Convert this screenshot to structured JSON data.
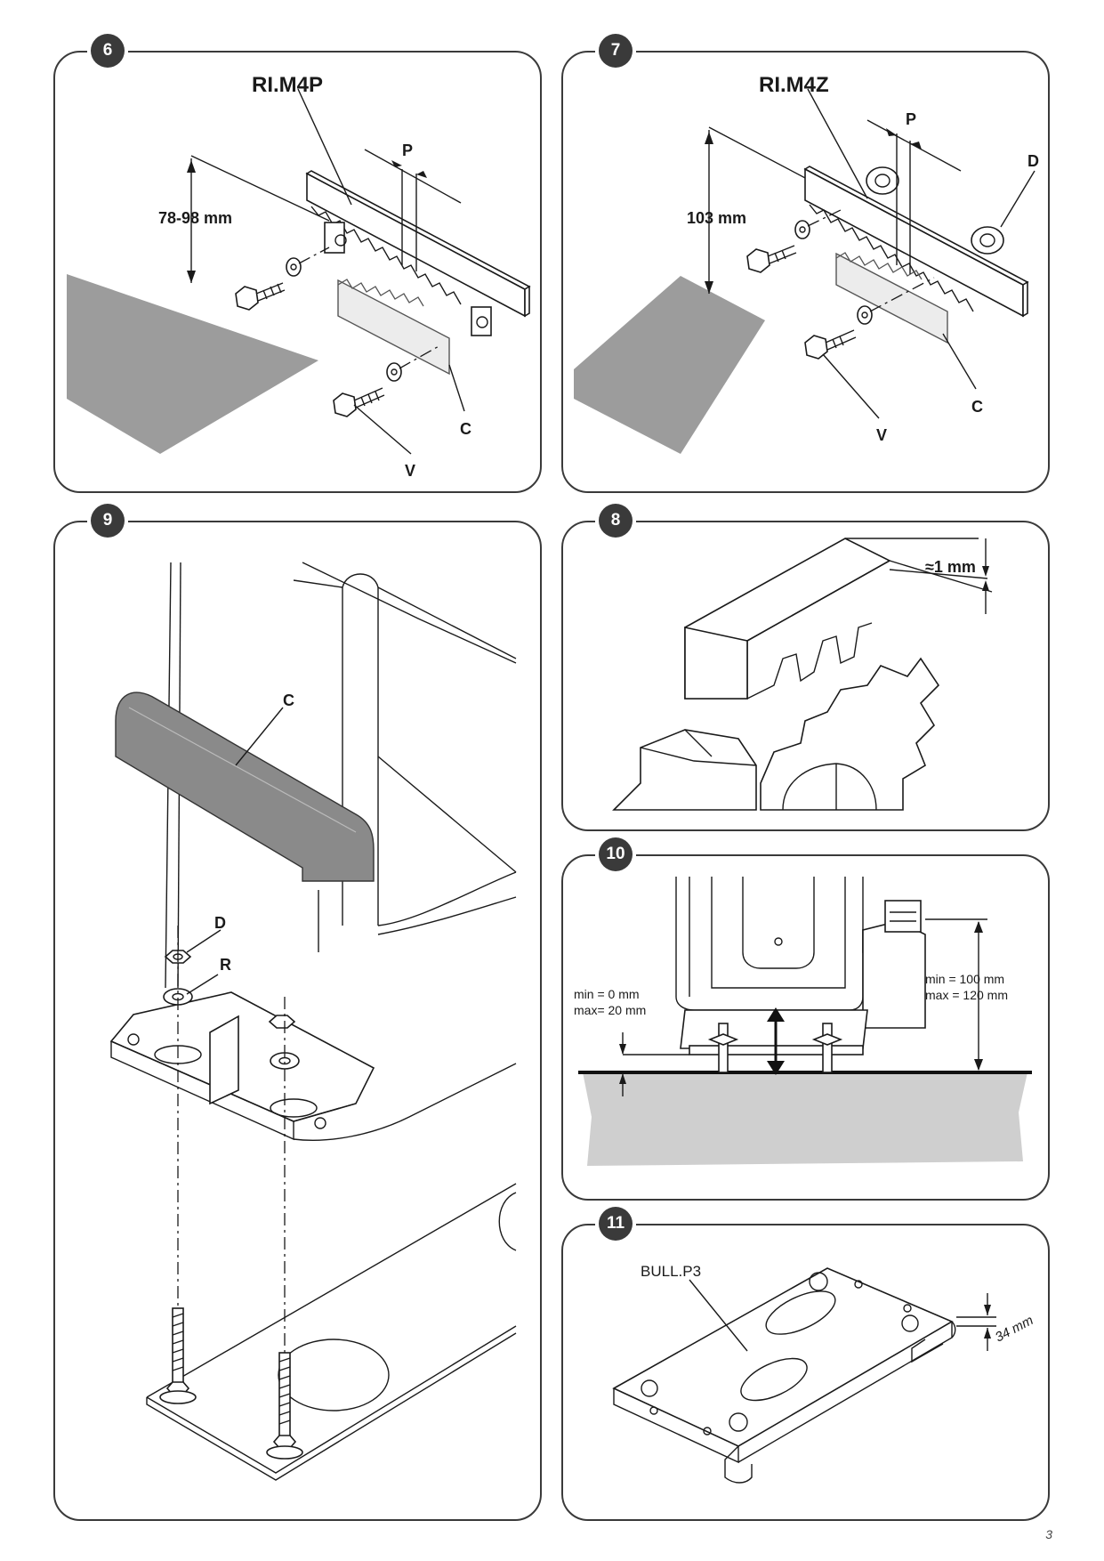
{
  "figures": {
    "fig6": {
      "number": "6",
      "model": "RI.M4P",
      "height_dim": "78-98 mm",
      "labels": {
        "p": "P",
        "c": "C",
        "v": "V"
      }
    },
    "fig7": {
      "number": "7",
      "model": "RI.M4Z",
      "height_dim": "103 mm",
      "labels": {
        "p": "P",
        "d": "D",
        "c": "C",
        "v": "V"
      }
    },
    "fig8": {
      "number": "8",
      "gap_dim": "≈1 mm"
    },
    "fig9": {
      "number": "9",
      "labels": {
        "c": "C",
        "d": "D",
        "r": "R"
      }
    },
    "fig10": {
      "number": "10",
      "left_min": "min =   0 mm",
      "left_max": "max= 20 mm",
      "right_min": "min  = 100 mm",
      "right_max": "max = 120 mm"
    },
    "fig11": {
      "number": "11",
      "model": "BULL.P3",
      "height_dim": "34 mm"
    }
  },
  "page_number": "3",
  "colors": {
    "frame": "#3a3a3a",
    "ground_fill": "#9c9c9c",
    "cover_fill": "#8a8a8a"
  }
}
